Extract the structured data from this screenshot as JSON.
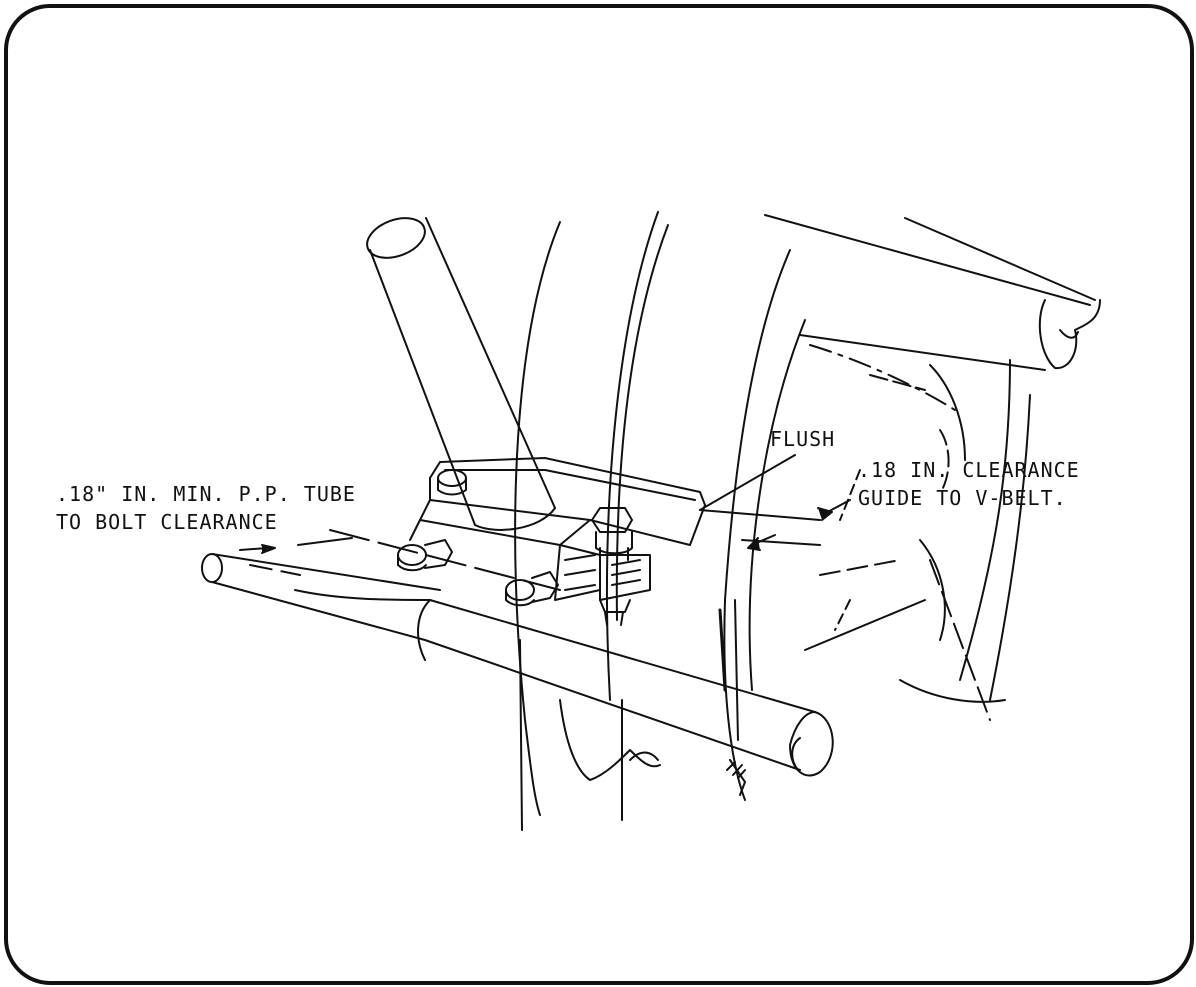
{
  "labels": {
    "flush": "FLUSH",
    "tube_clearance": {
      "line1": ".18\" IN. MIN. P.P. TUBE",
      "line2": "TO BOLT CLEARANCE"
    },
    "belt_clearance": {
      "line1": ".18 IN. CLEARANCE",
      "line2": "GUIDE TO V-BELT."
    }
  },
  "colors": {
    "ink": "#111111",
    "paper": "#ffffff"
  }
}
